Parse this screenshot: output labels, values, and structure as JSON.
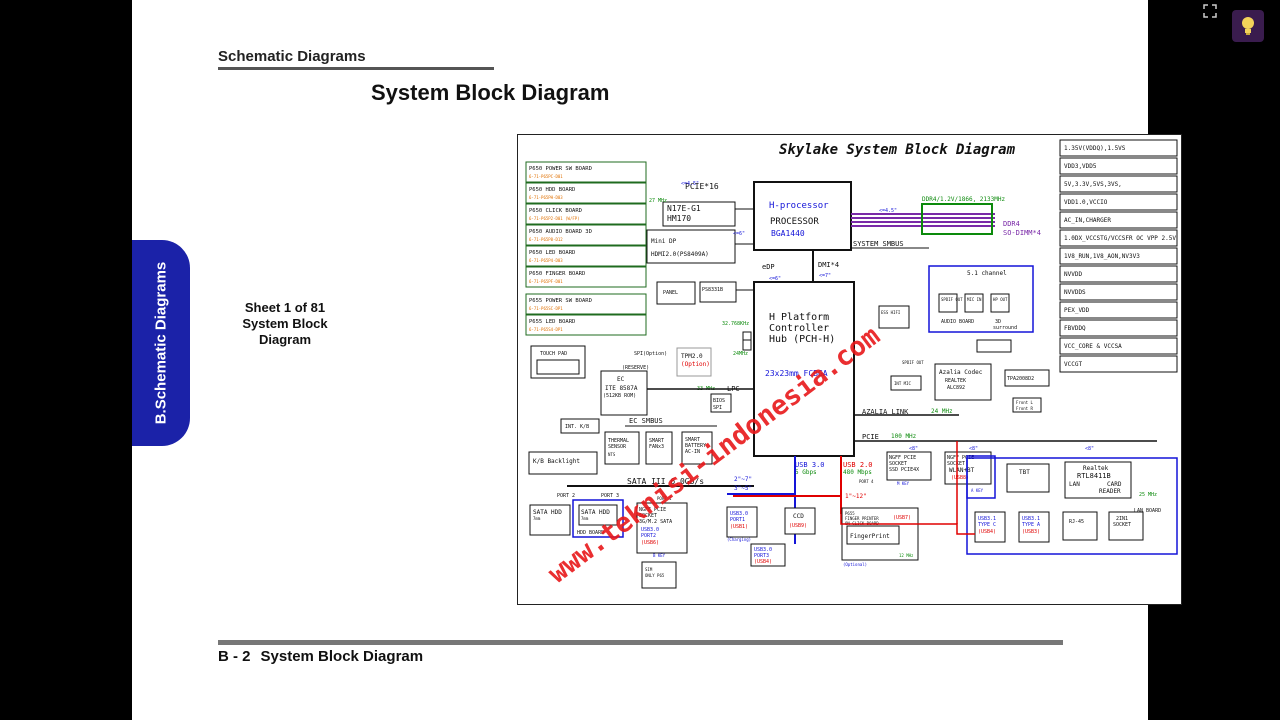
{
  "header": {
    "section": "Schematic  Diagrams",
    "title": "System Block Diagram"
  },
  "side_tab": "B.Schematic Diagrams",
  "sheet": {
    "line1": "Sheet 1 of 81",
    "line2": "System Block",
    "line3": "Diagram"
  },
  "footer": {
    "page": "B - 2",
    "title": "System Block Diagram"
  },
  "watermark": "www.teknisi-indonesia.com",
  "diagram": {
    "title": "Skylake System Block Diagram",
    "rails": [
      "1.35V(VDDQ),1.5VS",
      "VDD3,VDD5",
      "5V,3.3V,5VS,3VS,",
      "VDD1.0,VCCIO",
      "AC_IN,CHARGER",
      "1.0DX_VCCSTG/VCCSFR OC VPP 2.5V",
      "1V8_RUN,1V8_AON,NV3V3",
      "NVVDD",
      "NVVDDS",
      "PEX_VDD",
      "FBVDDQ",
      "VCC_CORE & VCCSA",
      "VCCGT"
    ],
    "boards": [
      {
        "name": "P650 POWER SW BOARD",
        "code": "6-71-P65PC-D01"
      },
      {
        "name": "P650 HDD BOARD",
        "code": "6-71-P65PH-D03"
      },
      {
        "name": "P650 CLICK BOARD",
        "code": "6-71-P65P2-D01 (W/FP)"
      },
      {
        "name": "P650 AUDIO BOARD 3D",
        "code": "6-71-P65P8-D12"
      },
      {
        "name": "P650 LED BOARD",
        "code": "6-71-P65P4-D03"
      },
      {
        "name": "P650 FINGER BOARD",
        "code": "6-71-P65PF-D01"
      },
      {
        "name": "P655 POWER SW BOARD",
        "code": "6-71-P65SC-DP1"
      },
      {
        "name": "P655 LED BOARD",
        "code": "6-71-P65S4-DP1"
      }
    ],
    "cpu": {
      "l1": "H-processor",
      "l2": "PROCESSOR",
      "l3": "BGA1440"
    },
    "pch": {
      "l1": "H Platform",
      "l2": "Controller",
      "l3": "Hub (PCH-H)",
      "l4": "23x23mm FCBGA"
    },
    "gpu": {
      "l1": "N17E-G1",
      "l2": "HM170"
    },
    "labels": {
      "pcie16": "PCIE*16",
      "x45a": "<=4.5\"",
      "x45b": "<=4.5\"",
      "x6a": "<=6\"",
      "x6b": "<=6\"",
      "x7": "<=7\"",
      "ddr4": "DDR4/1.2V/1866, 2133MHz",
      "sodimm1": "DDR4",
      "sodimm2": "SO-DIMM*4",
      "smbus": "SYSTEM SMBUS",
      "minidp": "Mini DP",
      "hdmi": "HDMI2.0(PS8409A)",
      "edp": "eDP",
      "dmi": "DMI*4",
      "panel": "PANEL",
      "ps8331": "PS8331B",
      "touchpad": "TOUCH PAD",
      "spi": "SPI(Option)",
      "reserve": "(RESERVE)",
      "tpm1": "TPM2.0",
      "tpm2": "(Option)",
      "ec1": "EC",
      "ec2": "ITE 8587A",
      "ec3": "(512KB ROM)",
      "lpc": "LPC",
      "mhz33": "33 MHz",
      "bios1": "BIOS",
      "bios2": "SPI",
      "ecsmbus": "EC SMBUS",
      "intkb": "INT. K/B",
      "thermal1": "THERMAL",
      "thermal2": "SENSOR",
      "thermal3": "NTS",
      "fan1": "SMART",
      "fan2": "FANx3",
      "bat1": "SMART",
      "bat2": "BATTERY",
      "bat3": "AC-IN",
      "kbl": "K/B Backlight",
      "sata": "SATA III 6.0Gb/s",
      "usb30": "USB 3.0",
      "gbps": "5 Gbps",
      "usb20": "USB 2.0",
      "mbps": "480 Mbps",
      "port2": "PORT 2",
      "port3": "PORT 3",
      "port1": "PORT 1",
      "port4": "PORT 4",
      "satahdd1": "SATA HDD",
      "satahdd2": "SATA HDD",
      "hddboard": "HDD BOARD",
      "mm1": "7mm",
      "mm2": "7mm",
      "ngff1": "NGFF PCIE",
      "ngff2": "SOCKET",
      "ngff3": "3G/M.2 SATA",
      "usb30p2": "USB3.0",
      "port2b": "PORT2",
      "usb6": "(USB6)",
      "bkey": "B KEY",
      "sim1": "SIM",
      "sim2": "ONLY P65",
      "usb30p1": "USB3.0",
      "port1b": "PORT1",
      "usb1": "(USB1)",
      "charging": "(Charging)",
      "usb30p3": "USB3.0",
      "port3b": "PORT3",
      "usb4": "(USB4)",
      "ccd": "CCD",
      "usb9": "(USB9)",
      "fp1": "P655",
      "fp2": "FINGER PRINTER",
      "fp3": "ON CLICK BOARD",
      "fp4": "(USB7)",
      "fp5": "FingerPrint",
      "optional": "(Optional)",
      "l27": "2\"~7\"",
      "l35": "3\"~5\"",
      "l112": "1\"~12\"",
      "ssd1": "NGFF PCIE",
      "ssd2": "SOCKET",
      "ssd3": "SSD PCIE4X",
      "mkey": "M KEY",
      "wlan1": "NGFF PCIE",
      "wlan2": "SOCKET",
      "wlan3": "WLAN+BT",
      "usb8": "(USB8)",
      "akey": "A KEY",
      "pcie": "PCIE",
      "mhz100": "100 MHz",
      "x8a": "<8\"",
      "x8b": "<8\"",
      "x8c": "<8\"",
      "azalia": "AZALIA LINK",
      "mhz24": "24 MHz",
      "azcodec1": "Azalia Codec",
      "azcodec2": "REALTEK",
      "azcodec3": "ALC892",
      "tpa": "TPA2008D2",
      "front1": "Front L",
      "front2": "Front R",
      "intmic": "INT MIC",
      "spdif": "SPDIF OUT",
      "ch51": "5.1 channel",
      "aud1": "SPDIF OUT",
      "aud2": "MIC IN",
      "aud3": "HP OUT",
      "audboard": "AUDIO BOARD",
      "surround1": "3D",
      "surround2": "surround",
      "esshifi": "ESS HIFI",
      "tbt": "TBT",
      "rtl1": "Realtek",
      "rtl2": "RTL8411B",
      "lan": "LAN",
      "card1": "CARD",
      "card2": "READER",
      "mhz25": "25 MHz",
      "lanboard": "LAN BOARD",
      "rj45": "RJ-45",
      "twoin1a": "2IN1",
      "twoin1b": "SOCKET",
      "usbc1": "USB3.1",
      "usbc2": "TYPE C",
      "usbc3": "(USB4)",
      "usba1": "USB3.1",
      "usba2": "TYPE A",
      "usba3": "(USB3)",
      "mhz32": "32.768KHz",
      "mhz24b": "24MHz",
      "mhz27": "27 MHz",
      "mhz12": "12 MHz"
    }
  },
  "colors": {
    "tab": "#1b22a8",
    "watermark": "#e8181a",
    "blue": "#1414d8",
    "red": "#e00000",
    "green": "#0c8a0c",
    "purple": "#7a2aa8",
    "board": "#1f6b1f"
  }
}
